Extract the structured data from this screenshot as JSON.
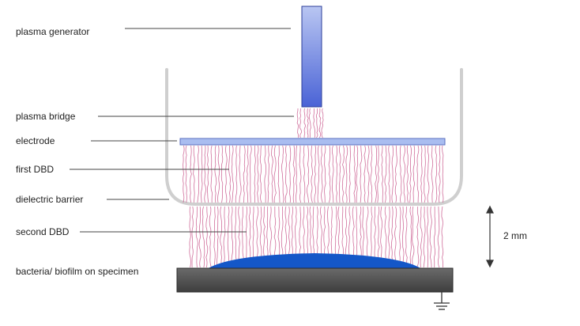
{
  "labels": {
    "plasma_generator": "plasma generator",
    "plasma_bridge": "plasma bridge",
    "electrode": "electrode",
    "first_dbd": "first DBD",
    "dielectric_barrier": "dielectric barrier",
    "second_dbd": "second DBD",
    "specimen": "bacteria/ biofilm on specimen",
    "gap": "2 mm"
  },
  "colors": {
    "generator_top": "#4a63d6",
    "generator_bottom": "#b9c6f2",
    "electrode": "#a9bdf0",
    "discharge": "#c8558a",
    "barrier": "#cfcfcf",
    "biofilm": "#1457c8",
    "specimen": "#555555",
    "leader": "#444444"
  }
}
